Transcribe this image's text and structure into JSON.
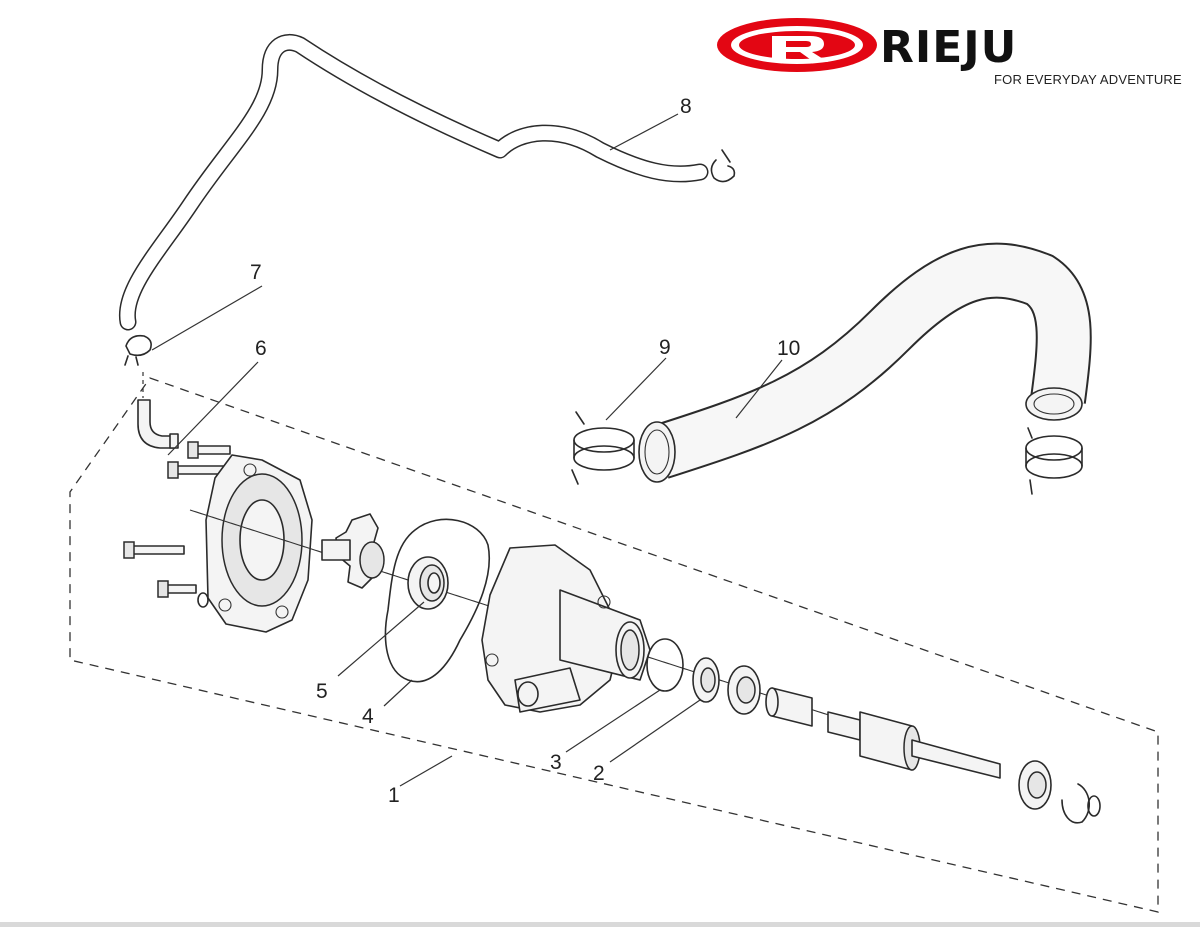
{
  "brand": {
    "name": "RIEJU",
    "tagline": "FOR EVERYDAY ADVENTURE",
    "accent_color": "#e30613",
    "logo_icon": "rieju-r-oval-logo-icon"
  },
  "diagram": {
    "callouts": [
      {
        "id": "c1",
        "label": "1"
      },
      {
        "id": "c2",
        "label": "2"
      },
      {
        "id": "c3",
        "label": "3"
      },
      {
        "id": "c4",
        "label": "4"
      },
      {
        "id": "c5",
        "label": "5"
      },
      {
        "id": "c6",
        "label": "6"
      },
      {
        "id": "c7",
        "label": "7"
      },
      {
        "id": "c8",
        "label": "8"
      },
      {
        "id": "c9",
        "label": "9"
      },
      {
        "id": "c10",
        "label": "10"
      }
    ]
  }
}
